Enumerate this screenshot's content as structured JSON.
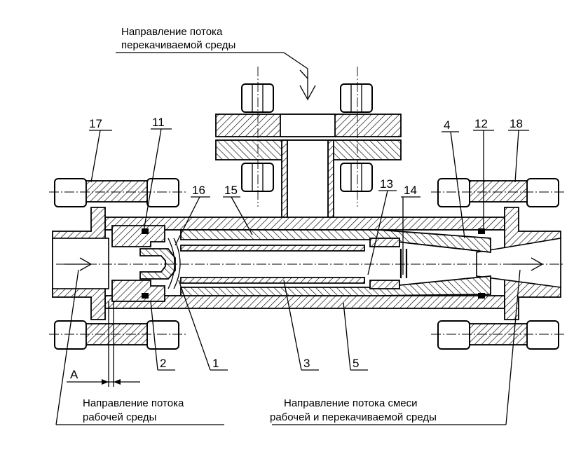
{
  "labels": {
    "top_flow_line1": "Направление потока",
    "top_flow_line2": "перекачиваемой среды",
    "work_flow_line1": "Направление потока",
    "work_flow_line2": "рабочей среды",
    "mix_flow_line1": "Направление потока смеси",
    "mix_flow_line2": "рабочей и перекачиваемой среды",
    "dim_a": "A"
  },
  "callouts": {
    "c17": "17",
    "c11": "11",
    "c16": "16",
    "c15": "15",
    "c13": "13",
    "c14": "14",
    "c4": "4",
    "c12": "12",
    "c18": "18",
    "c2": "2",
    "c1": "1",
    "c3": "3",
    "c5": "5"
  }
}
